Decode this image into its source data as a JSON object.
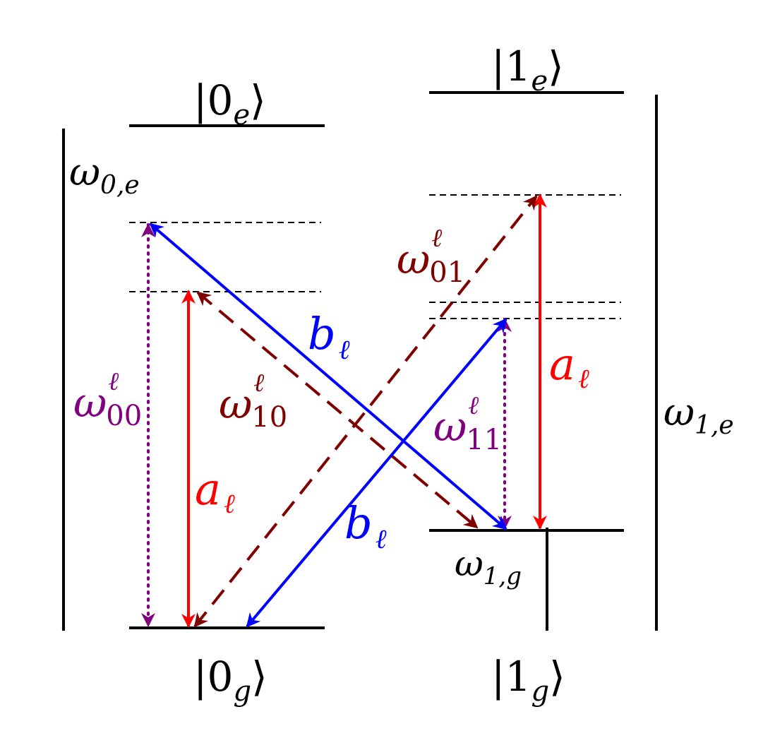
{
  "states": {
    "g0": {
      "base": "0",
      "sub": "g"
    },
    "e0": {
      "base": "0",
      "sub": "e"
    },
    "g1": {
      "base": "1",
      "sub": "g"
    },
    "e1": {
      "base": "1",
      "sub": "e"
    }
  },
  "freqs": {
    "w0e": {
      "sym": "ω",
      "sub": "0,e"
    },
    "w1e": {
      "sym": "ω",
      "sub": "1,e"
    },
    "w1g": {
      "sym": "ω",
      "sub": "1,g"
    }
  },
  "transitions": {
    "a_left": {
      "sym": "a",
      "sub": "ℓ"
    },
    "a_right": {
      "sym": "a",
      "sub": "ℓ"
    },
    "b_upper": {
      "sym": "b",
      "sub": "ℓ"
    },
    "b_lower": {
      "sym": "b",
      "sub": "ℓ"
    },
    "w00": {
      "sym": "ω",
      "sup": "ℓ",
      "sub": "00"
    },
    "w10": {
      "sym": "ω",
      "sup": "ℓ",
      "sub": "10"
    },
    "w01": {
      "sym": "ω",
      "sup": "ℓ",
      "sub": "01"
    },
    "w11": {
      "sym": "ω",
      "sup": "ℓ",
      "sub": "11"
    }
  },
  "colors": {
    "level": "#000000",
    "a": "#ff0000",
    "b": "#0000ff",
    "cross": "#800000",
    "virtual": "#800080"
  }
}
